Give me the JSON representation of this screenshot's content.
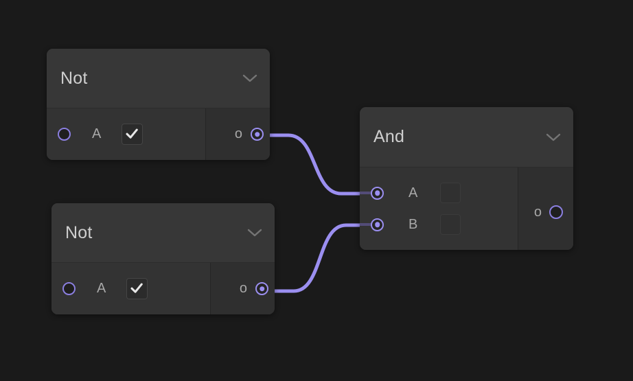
{
  "canvas": {
    "background_color": "#1a1a1a",
    "accent_color": "#9b8ff0",
    "node_background_color": "#333333",
    "node_header_color": "#373737"
  },
  "nodes": [
    {
      "id": "not-1",
      "title": "Not",
      "collapse_icon": "chevron-down-icon",
      "inputs": [
        {
          "label": "A",
          "port_state": "hollow",
          "checkbox": "checked",
          "checkbox_icon": "check-icon"
        }
      ],
      "outputs": [
        {
          "label": "o",
          "port_state": "filled"
        }
      ]
    },
    {
      "id": "not-2",
      "title": "Not",
      "collapse_icon": "chevron-down-icon",
      "inputs": [
        {
          "label": "A",
          "port_state": "hollow",
          "checkbox": "checked",
          "checkbox_icon": "check-icon"
        }
      ],
      "outputs": [
        {
          "label": "o",
          "port_state": "filled"
        }
      ]
    },
    {
      "id": "and",
      "title": "And",
      "collapse_icon": "chevron-down-icon",
      "inputs": [
        {
          "label": "A",
          "port_state": "filled",
          "checkbox": "unchecked"
        },
        {
          "label": "B",
          "port_state": "filled",
          "checkbox": "unchecked"
        }
      ],
      "outputs": [
        {
          "label": "o",
          "port_state": "hollow"
        }
      ]
    }
  ],
  "connections": [
    {
      "from_node": "not-1",
      "from_port": "o",
      "to_node": "and",
      "to_port": "A",
      "color": "#9b8ff0"
    },
    {
      "from_node": "not-2",
      "from_port": "o",
      "to_node": "and",
      "to_port": "B",
      "color": "#9b8ff0"
    }
  ]
}
